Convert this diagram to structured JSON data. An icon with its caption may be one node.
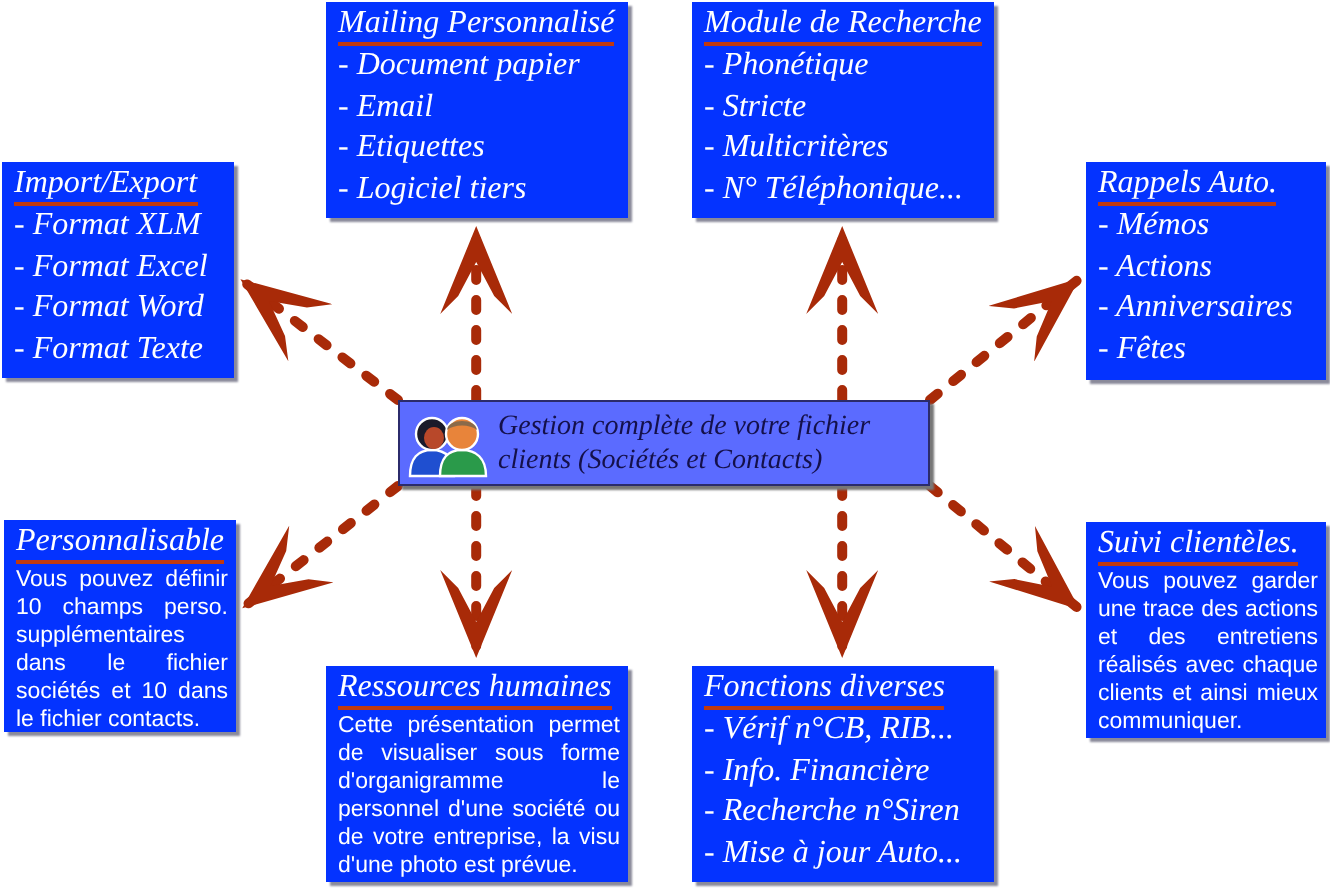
{
  "diagram": {
    "nodes": [
      {
        "text": [
          "Mailing Personnalisé",
          "- Document papier",
          "- Email",
          "- Etiquettes",
          "- Logiciel tiers"
        ]
      },
      {
        "text": [
          "Module de Recherche",
          "- Phonétique",
          "- Stricte",
          "- Multicritères",
          "- N° Téléphonique..."
        ]
      },
      {
        "text": [
          "Import/Export",
          "- Format XLM",
          "- Format Excel",
          "- Format Word",
          "- Format Texte"
        ]
      },
      {
        "text": [
          "Rappels Auto.",
          "- Mémos",
          "- Actions",
          "- Anniversaires",
          "- Fêtes"
        ]
      },
      {
        "text": [
          "Gestion complète de votre fichier clients (Sociétés et Contacts)"
        ]
      },
      {
        "text": [
          "Personnalisable",
          "Vous pouvez définir 10 champs perso. supplémentaires dans le fichier sociétés et 10 dans le fichier contacts."
        ]
      },
      {
        "text": [
          "Suivi clientèles.",
          "Vous pouvez garder une trace des actions et des entretiens réalisés avec chaque clients et ainsi mieux communiquer."
        ]
      },
      {
        "text": [
          "Ressources humaines",
          "Cette présentation permet de visualiser sous forme d'organigramme le personnel d'une société ou de votre entreprise, la visu d'une photo est prévue."
        ]
      },
      {
        "text": [
          "Fonctions diverses",
          "- Vérif n°CB, RIB...",
          "- Info. Financière",
          "- Recherche n°Siren",
          "- Mise à jour Auto..."
        ]
      }
    ],
    "edges": [
      {
        "from": 4,
        "to": 0,
        "arrow": "to",
        "style": "dashed"
      },
      {
        "from": 4,
        "to": 1,
        "arrow": "to",
        "style": "dashed"
      },
      {
        "from": 4,
        "to": 2,
        "arrow": "to",
        "style": "dashed"
      },
      {
        "from": 4,
        "to": 3,
        "arrow": "to",
        "style": "dashed"
      },
      {
        "from": 4,
        "to": 5,
        "arrow": "to",
        "style": "dashed"
      },
      {
        "from": 4,
        "to": 6,
        "arrow": "to",
        "style": "dashed"
      },
      {
        "from": 4,
        "to": 7,
        "arrow": "to",
        "style": "dashed"
      },
      {
        "from": 4,
        "to": 8,
        "arrow": "to",
        "style": "dashed"
      }
    ]
  }
}
